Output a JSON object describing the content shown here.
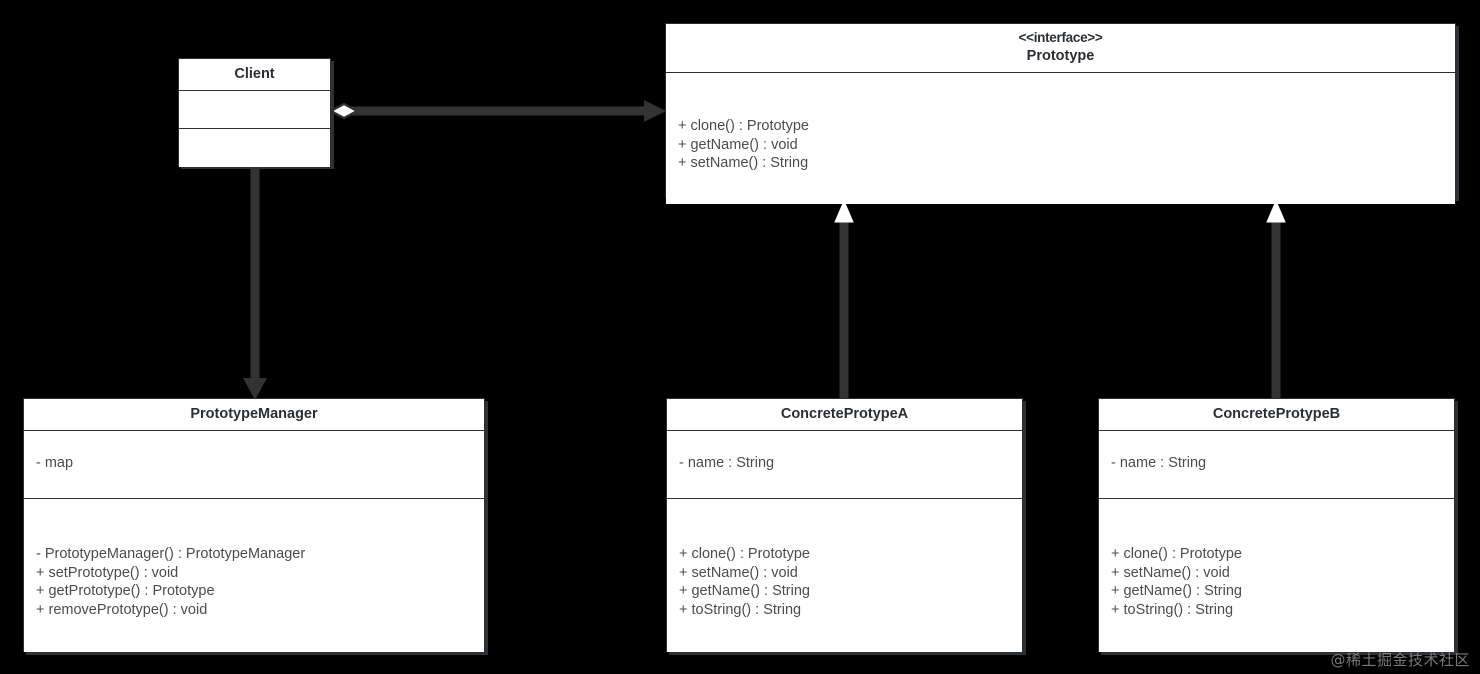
{
  "diagram": {
    "title": "Prototype Pattern UML Class Diagram",
    "background_color": "#000000",
    "box_fill": "#ffffff",
    "line_color": "#333333",
    "text_color": "#4c4c4c",
    "title_color": "#2b2f33"
  },
  "classes": {
    "client": {
      "name": "Client",
      "stereotype": "",
      "attributes": [],
      "operations": []
    },
    "prototype": {
      "name": "Prototype",
      "stereotype": "<<interface>>",
      "attributes": [],
      "operations": [
        "+ clone() : Prototype",
        "+ getName() : void",
        "+ setName() : String"
      ]
    },
    "prototype_manager": {
      "name": "PrototypeManager",
      "stereotype": "",
      "attributes": [
        "- map"
      ],
      "operations": [
        "- PrototypeManager() : PrototypeManager",
        "+ setPrototype() : void",
        "+ getPrototype() : Prototype",
        "+ removePrototype() : void"
      ]
    },
    "concrete_prototype_a": {
      "name": "ConcreteProtypeA",
      "stereotype": "",
      "attributes": [
        "- name : String"
      ],
      "operations": [
        "+ clone() : Prototype",
        "+ setName() : void",
        "+ getName() : String",
        "+ toString() : String"
      ]
    },
    "concrete_prototype_b": {
      "name": "ConcreteProtypeB",
      "stereotype": "",
      "attributes": [
        "- name : String"
      ],
      "operations": [
        "+ clone() : Prototype",
        "+ setName() : void",
        "+ getName() : String",
        "+ toString() : String"
      ]
    }
  },
  "relations": [
    {
      "id": "client-aggregates-prototype",
      "from": "Client",
      "to": "Prototype",
      "type": "aggregation",
      "marker_source": "hollow-diamond",
      "marker_target": "arrow"
    },
    {
      "id": "client-uses-prototype-manager",
      "from": "Client",
      "to": "PrototypeManager",
      "type": "association",
      "marker_source": "none",
      "marker_target": "arrow"
    },
    {
      "id": "concrete-a-realizes-prototype",
      "from": "ConcreteProtypeA",
      "to": "Prototype",
      "type": "realization",
      "marker_source": "none",
      "marker_target": "hollow-triangle"
    },
    {
      "id": "concrete-b-realizes-prototype",
      "from": "ConcreteProtypeB",
      "to": "Prototype",
      "type": "realization",
      "marker_source": "none",
      "marker_target": "hollow-triangle"
    }
  ],
  "watermark": {
    "text": "@稀土掘金技术社区"
  }
}
